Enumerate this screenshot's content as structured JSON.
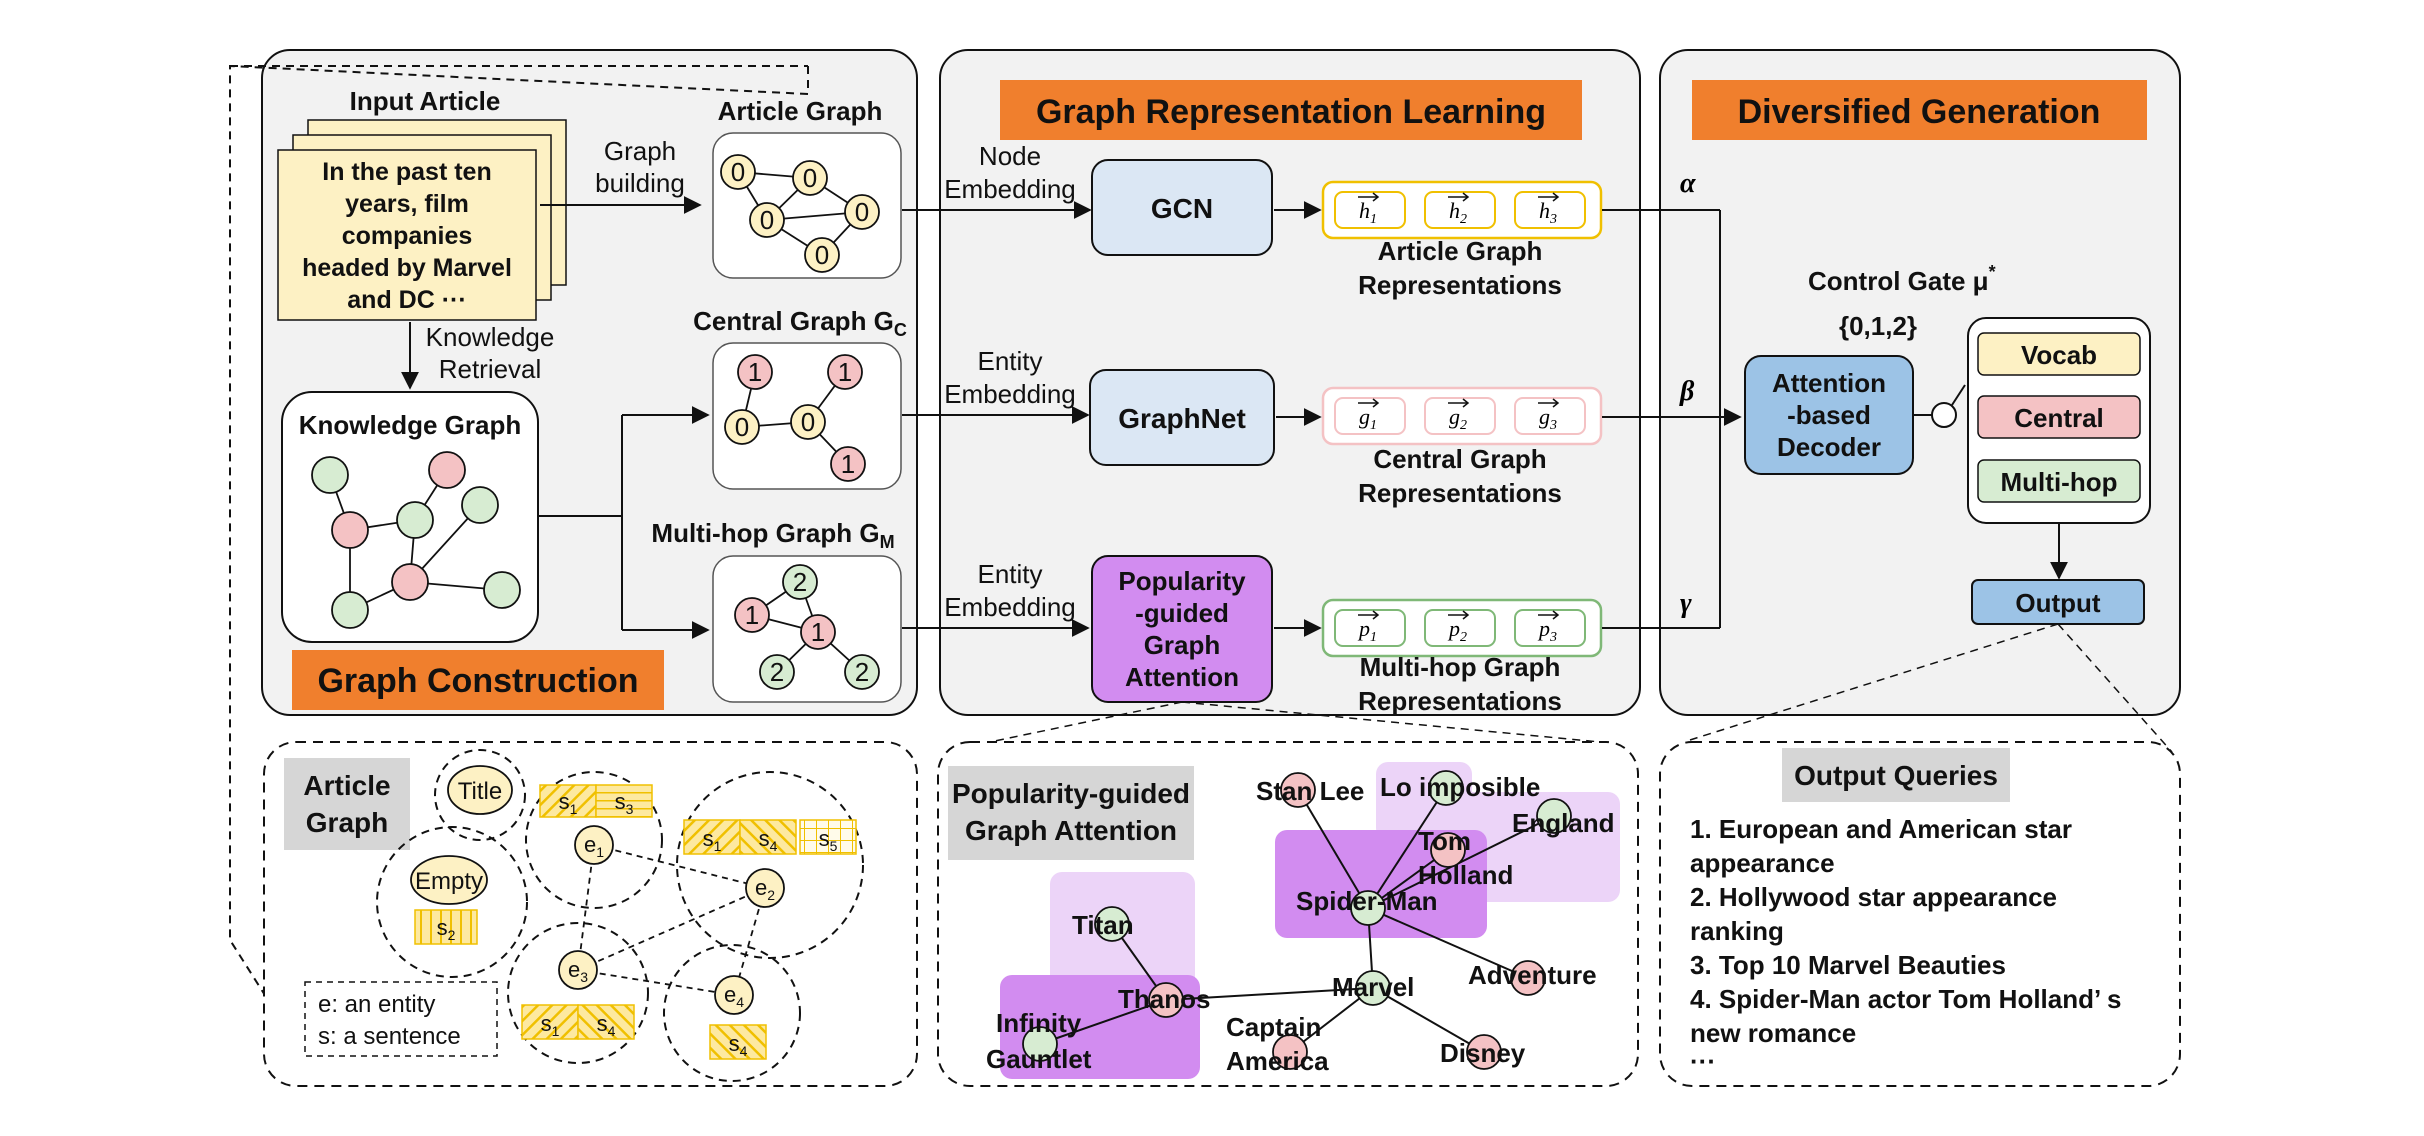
{
  "panels": {
    "graph_construction": "Graph Construction",
    "graph_representation": "Graph Representation Learning",
    "diversified_generation": "Diversified Generation"
  },
  "input_article": {
    "title": "Input Article",
    "lines": [
      "In the past ten",
      "years, film",
      "companies",
      "headed by Marvel",
      "and DC ···"
    ]
  },
  "edges_text": {
    "graph_building_1": "Graph",
    "graph_building_2": "building",
    "knowledge_retrieval_1": "Knowledge",
    "knowledge_retrieval_2": "Retrieval",
    "node_embedding_1": "Node",
    "node_embedding_2": "Embedding",
    "entity_embedding_1": "Entity",
    "entity_embedding_2": "Embedding",
    "entity_embedding_3": "Entity",
    "entity_embedding_4": "Embedding"
  },
  "graphs": {
    "article_graph": "Article Graph",
    "central_graph": "Central Graph G",
    "central_sub": "C",
    "multihop_graph": "Multi-hop Graph G",
    "multihop_sub": "M",
    "knowledge_graph": "Knowledge Graph",
    "node0": "0",
    "node1": "1",
    "node2": "2"
  },
  "modules": {
    "gcn": "GCN",
    "graphnet": "GraphNet",
    "pga_lines": [
      "Popularity",
      "-guided",
      "Graph",
      "Attention"
    ],
    "decoder_lines": [
      "Attention",
      "-based",
      "Decoder"
    ],
    "output": "Output"
  },
  "representations": {
    "article_1": "Article Graph",
    "article_2": "Representations",
    "central_1": "Central Graph",
    "central_2": "Representations",
    "multihop_1": "Multi-hop Graph",
    "multihop_2": "Representations",
    "h": "h",
    "g": "g",
    "p": "p",
    "sub1": "1",
    "sub2": "2",
    "sub3": "3"
  },
  "weights": {
    "alpha": "α",
    "beta": "β",
    "gamma": "γ"
  },
  "gate": {
    "title": "Control Gate μ",
    "star": "*",
    "values": "{0,1,2}",
    "vocab": "Vocab",
    "central": "Central",
    "multihop": "Multi-hop"
  },
  "article_graph_detail": {
    "title_1": "Article",
    "title_2": "Graph",
    "title_node": "Title",
    "empty_node": "Empty",
    "s": "s",
    "e": "e",
    "legend_1": "e: an entity",
    "legend_2": "s: a sentence",
    "n1": "1",
    "n2": "2",
    "n3": "3",
    "n4": "4",
    "n5": "5"
  },
  "pga_detail": {
    "title_1": "Popularity-guided",
    "title_2": "Graph Attention",
    "entities": {
      "stan_lee": "Stan Lee",
      "impossible": "Lo imposible",
      "england": "England",
      "tom_1": "Tom",
      "tom_2": "Holland",
      "spiderman": "Spider-Man",
      "titan": "Titan",
      "thanos": "Thanos",
      "marvel": "Marvel",
      "adventure": "Adventure",
      "infinity_1": "Infinity",
      "infinity_2": "Gauntlet",
      "captain_1": "Captain",
      "captain_2": "America",
      "disney": "Disney"
    }
  },
  "output_queries": {
    "title": "Output Queries",
    "lines": [
      "1. European and American star",
      "appearance",
      "2. Hollywood star appearance",
      "ranking",
      "3. Top 10 Marvel Beauties",
      "4. Spider-Man actor Tom Holland’ s",
      "new romance",
      "···"
    ]
  },
  "colors": {
    "orange": "#f07f2d",
    "node_yellow": "#fdf1c4",
    "node_pink": "#f4c2c4",
    "node_green": "#d7ecd2",
    "module_blue": "#dbe7f4",
    "decoder_blue": "#9cc3e6",
    "purple": "#d28cf0",
    "gray_label": "#d6d6d6",
    "panel_bg": "#f2f2f2"
  }
}
